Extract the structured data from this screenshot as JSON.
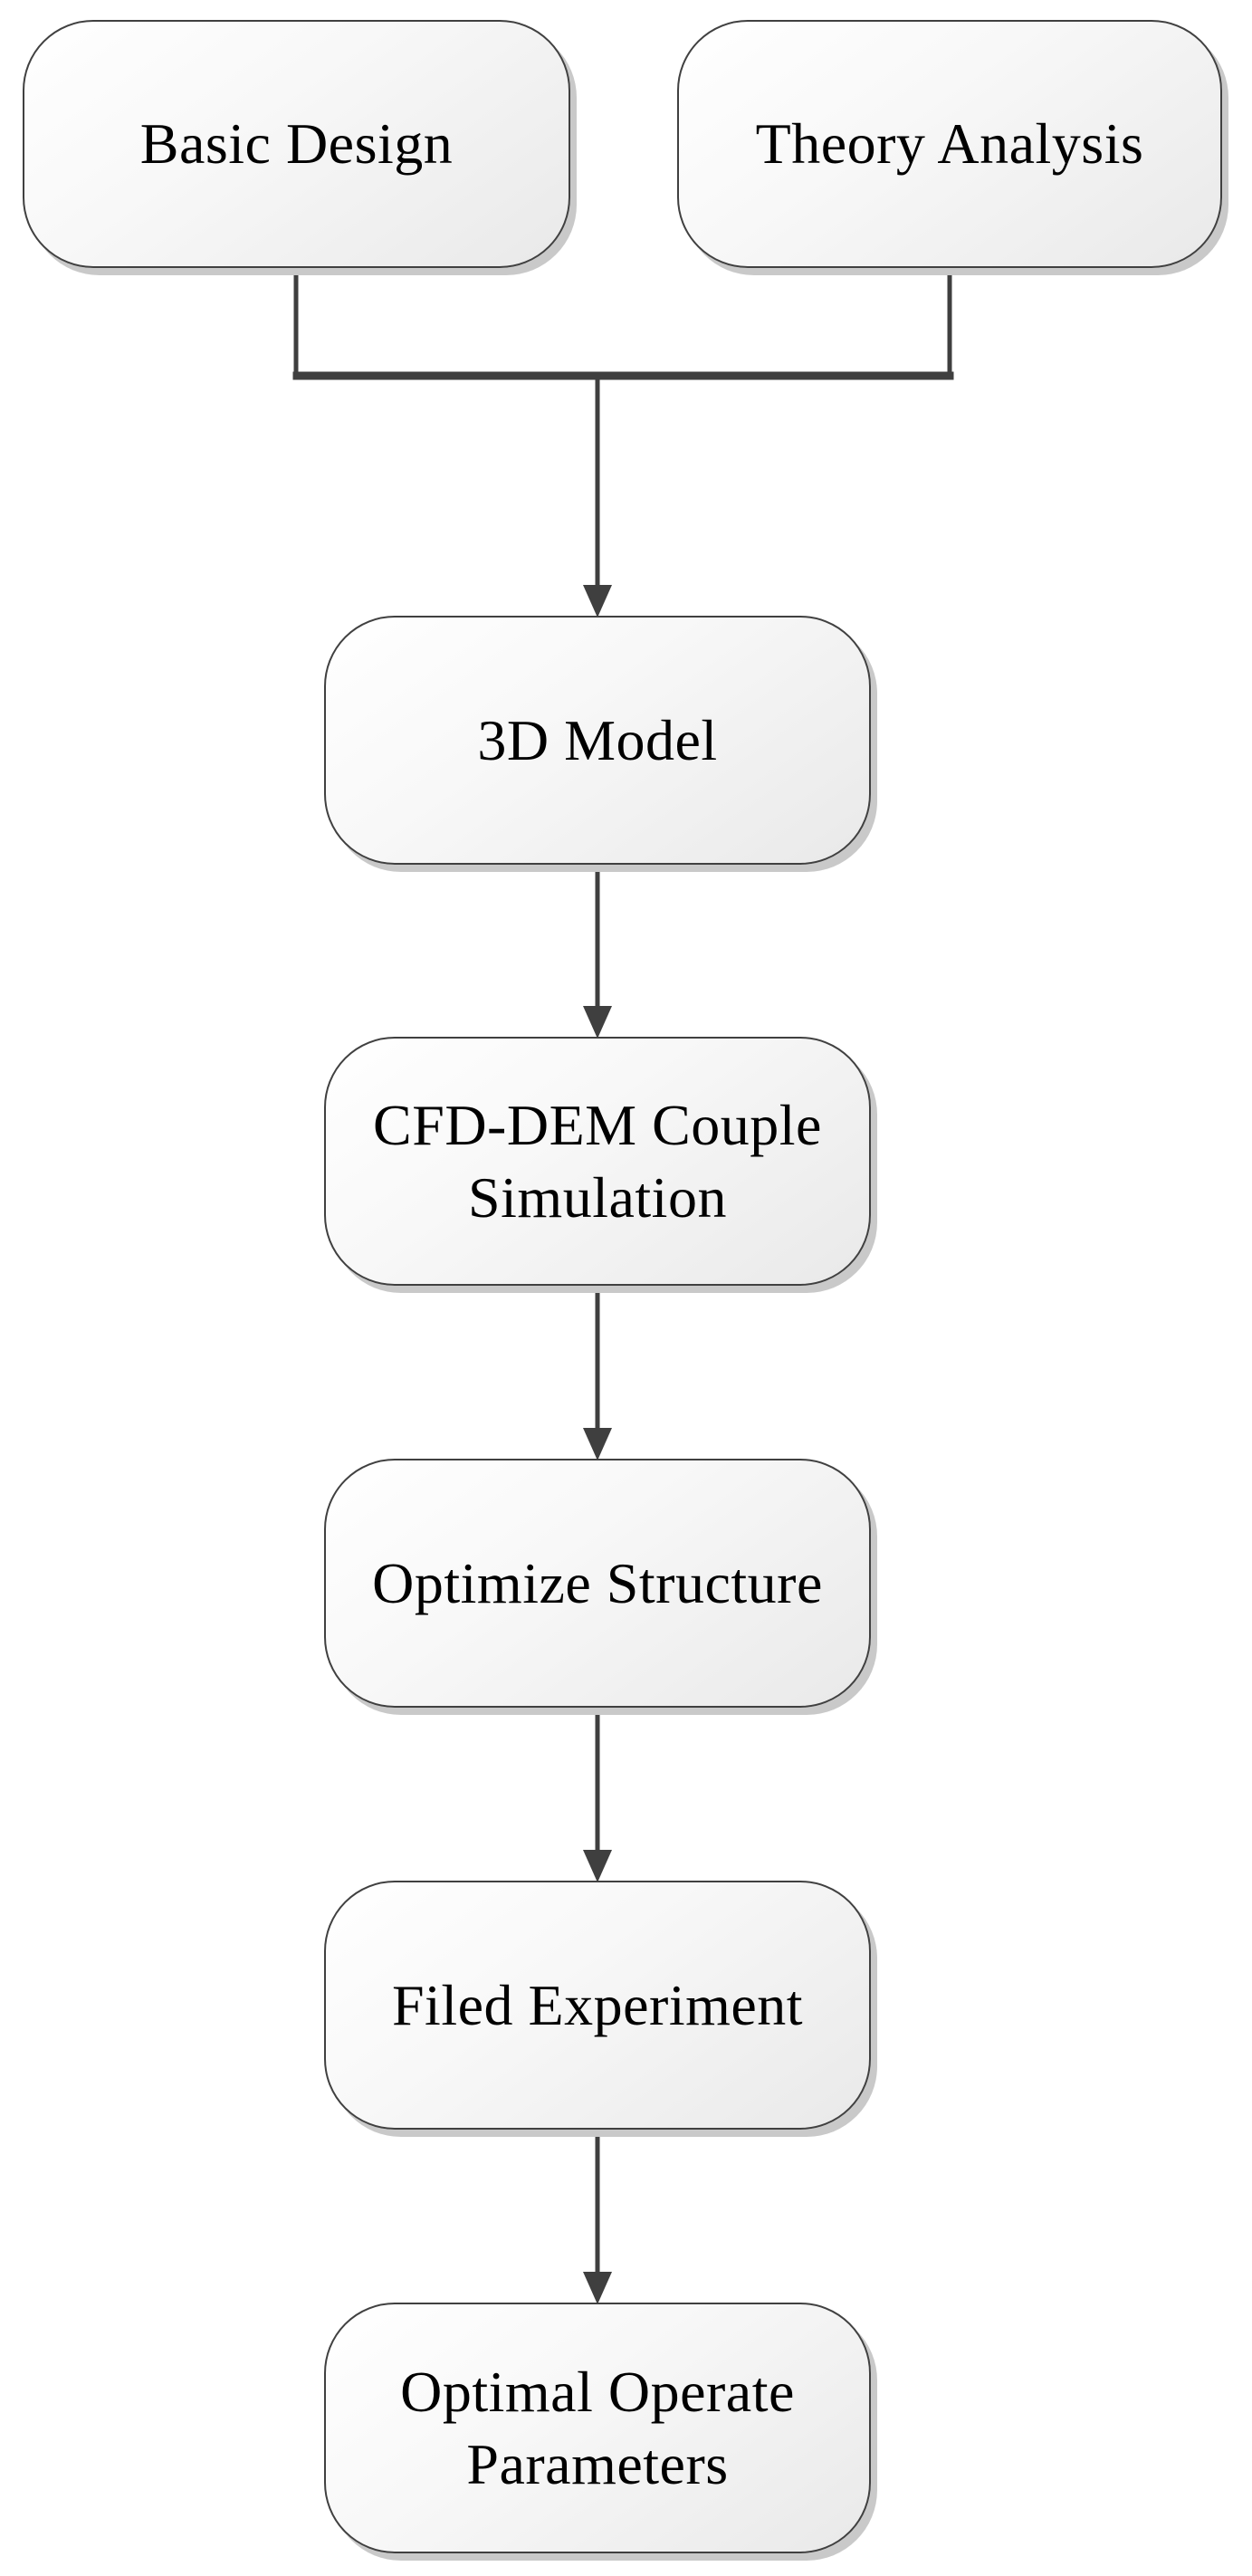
{
  "diagram": {
    "title": "",
    "background_color": "#ffffff",
    "node_border_color": "#404040",
    "node_fill_top": "#ffffff",
    "node_fill_bottom": "#e9e9e9",
    "node_shadow_color": "#c9c9c9",
    "connector_color": "#3f3f3f",
    "text_color": "#000000",
    "nodes": [
      {
        "id": "basic-design",
        "label": "Basic Design"
      },
      {
        "id": "theory-analysis",
        "label": "Theory Analysis"
      },
      {
        "id": "3d-model",
        "label": "3D Model"
      },
      {
        "id": "cfd-dem",
        "label": "CFD-DEM Couple Simulation"
      },
      {
        "id": "optimize",
        "label": "Optimize Structure"
      },
      {
        "id": "filed-experiment",
        "label": "Filed Experiment"
      },
      {
        "id": "optimal-operate",
        "label": "Optimal Operate Parameters"
      }
    ],
    "edges": [
      {
        "from": "basic-design",
        "to": "3d-model"
      },
      {
        "from": "theory-analysis",
        "to": "3d-model"
      },
      {
        "from": "3d-model",
        "to": "cfd-dem"
      },
      {
        "from": "cfd-dem",
        "to": "optimize"
      },
      {
        "from": "optimize",
        "to": "filed-experiment"
      },
      {
        "from": "filed-experiment",
        "to": "optimal-operate"
      }
    ]
  }
}
